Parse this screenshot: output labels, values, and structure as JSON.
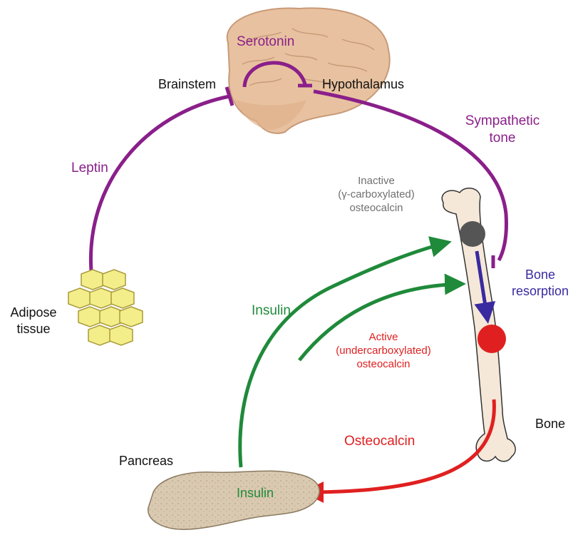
{
  "labels": {
    "serotonin": "Serotonin",
    "brainstem": "Brainstem",
    "hypothalamus": "Hypothalamus",
    "sympathetic_tone": [
      "Sympathetic",
      "tone"
    ],
    "leptin": "Leptin",
    "inactive_osteocalcin": [
      "Inactive",
      "(γ-carboxylated)",
      "osteocalcin"
    ],
    "bone_resorption": [
      "Bone",
      "resorption"
    ],
    "adipose_tissue": [
      "Adipose",
      "tissue"
    ],
    "insulin_arrow": "Insulin",
    "active_osteocalcin": [
      "Active",
      "(undercarboxylated)",
      "osteocalcin"
    ],
    "bone": "Bone",
    "osteocalcin_arrow": "Osteocalcin",
    "pancreas": "Pancreas",
    "insulin_pancreas": "Insulin"
  },
  "colors": {
    "purple": "#8a1f8a",
    "green": "#1f8a3a",
    "red": "#e02020",
    "blue": "#3a2aa0",
    "gray": "#707070",
    "fat": "#f4ee8a",
    "bone": "#f5e8d8",
    "brain": "#e8c2a0",
    "pancreas": "#d9c9b0"
  }
}
